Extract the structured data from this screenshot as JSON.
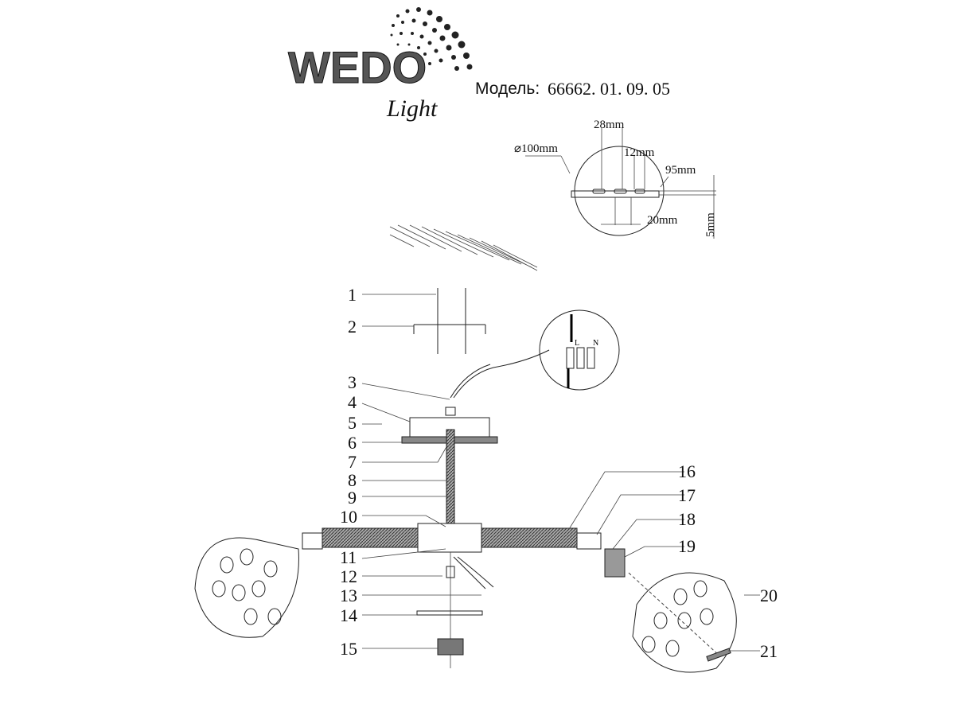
{
  "logo": {
    "brand": "WEDO",
    "sub": "Light"
  },
  "header": {
    "model_label": "Модель:",
    "model_number": "66662. 01. 09. 05"
  },
  "dimensions": {
    "diameter": "⌀100mm",
    "slot_spacing": "28mm",
    "slot_width": "12mm",
    "length": "95mm",
    "hole_spacing": "20mm",
    "thickness": "5mm"
  },
  "terminal": {
    "live": "L",
    "neutral": "N"
  },
  "callouts_left": [
    "1",
    "2",
    "3",
    "4",
    "5",
    "6",
    "7",
    "8",
    "9",
    "10",
    "11",
    "12",
    "13",
    "14",
    "15"
  ],
  "callouts_right": [
    "16",
    "17",
    "18",
    "19",
    "20",
    "21"
  ]
}
